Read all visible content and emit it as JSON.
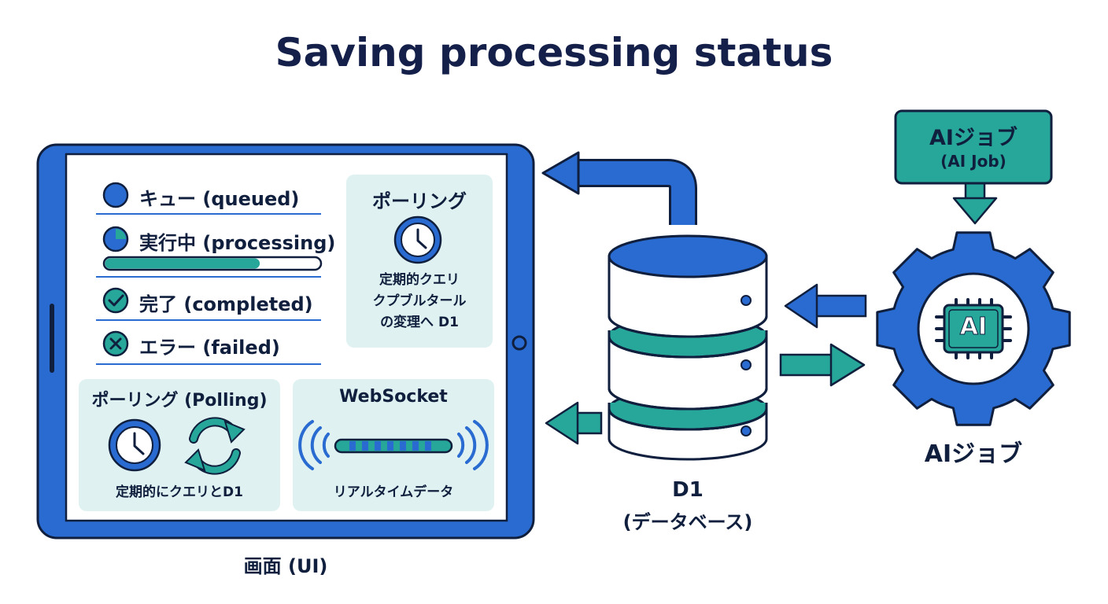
{
  "title": "Saving processing status",
  "colors": {
    "navy": "#14204a",
    "blue": "#2a6bd1",
    "teal": "#27a69a",
    "panel": "#dff2f1",
    "screen_frame": "#2a6bd1"
  },
  "screen": {
    "caption": "画面 (UI)",
    "status_list": [
      {
        "label": "キュー (queued)",
        "icon": "circle-filled-icon"
      },
      {
        "label": "実行中 (processing)",
        "icon": "circle-progress-icon",
        "progress": 0.72
      },
      {
        "label": "完了 (completed)",
        "icon": "check-circle-icon"
      },
      {
        "label": "エラー (failed)",
        "icon": "x-circle-icon"
      }
    ],
    "polling_side": {
      "title": "ポーリング",
      "icon": "clock-icon",
      "text": [
        "定期的クエリ",
        "クプブルタール",
        "の変理へ D1"
      ]
    },
    "polling_box": {
      "title": "ポーリング (Polling)",
      "icons": [
        "clock-icon",
        "refresh-icon"
      ],
      "text": "定期的にクエリとD1"
    },
    "websocket_box": {
      "title": "WebSocket",
      "icon": "signal-waves-icon",
      "text": "リアルタイムデータ"
    }
  },
  "database": {
    "label": "D1",
    "sublabel": "(データベース)",
    "icon": "database-icon"
  },
  "job_box": {
    "title": "AIジョブ",
    "subtitle": "(AI Job)"
  },
  "gear": {
    "chip_text": "AI",
    "caption": "AIジョブ",
    "icon": "gear-icon"
  }
}
